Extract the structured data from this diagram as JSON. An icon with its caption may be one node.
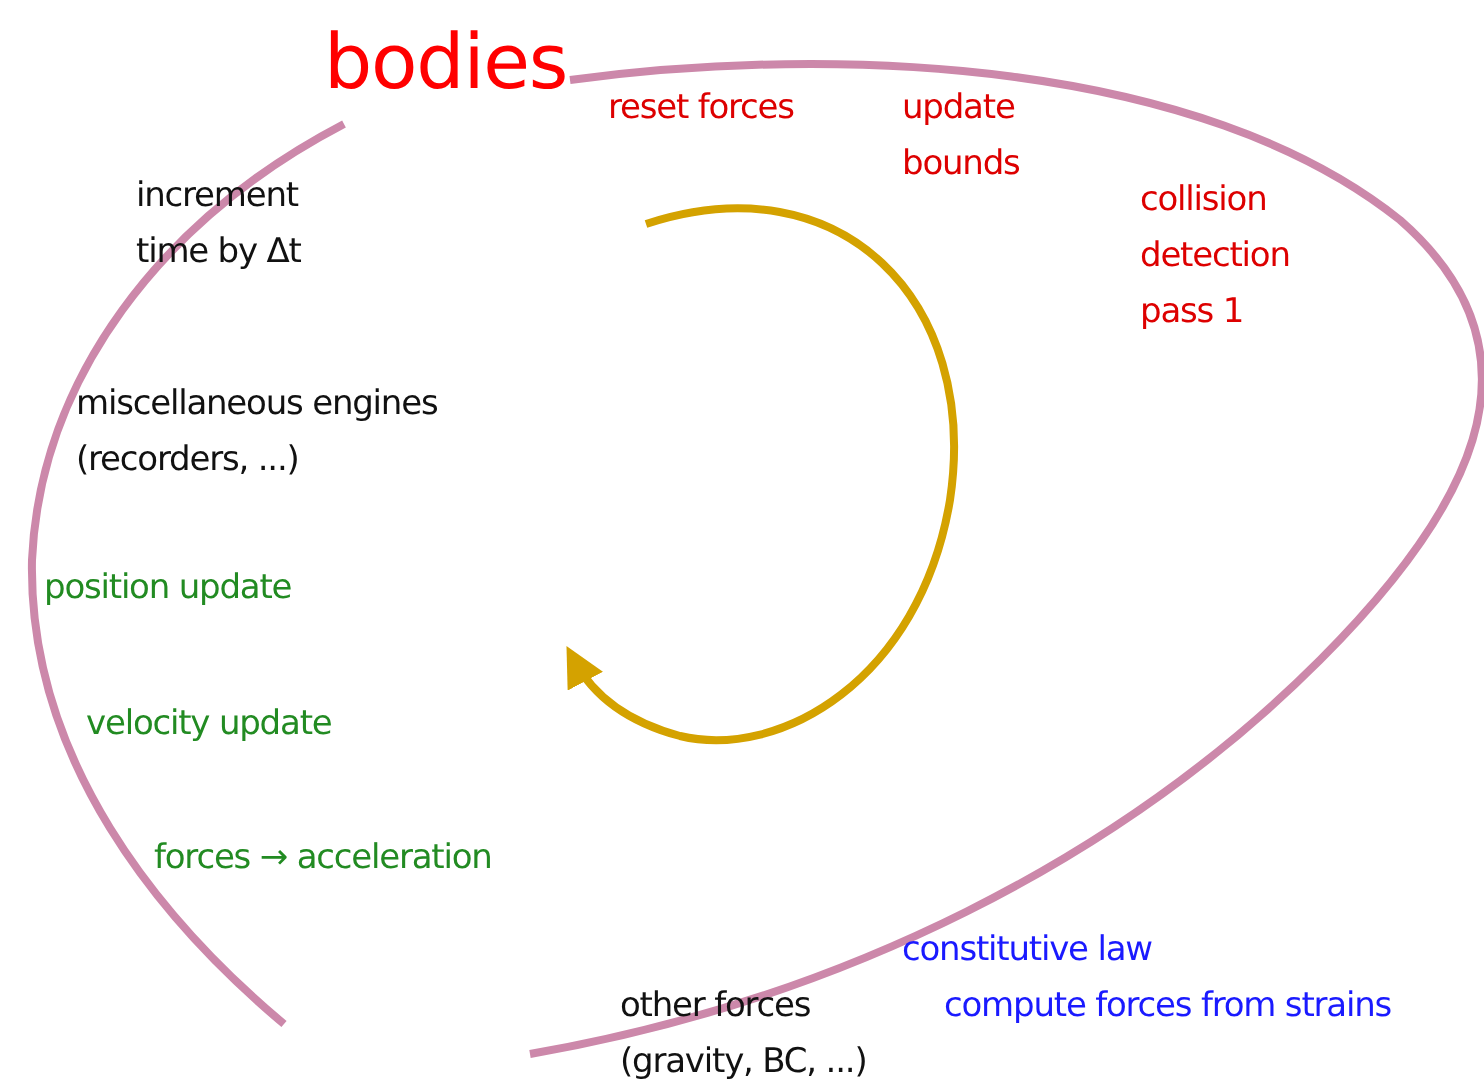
{
  "diagram": {
    "labels": [
      "bodies",
      "reset forces",
      "update bounds",
      "collision detection pass 1",
      "increment time by Δt",
      "miscellaneous engines (recorders, ...)",
      "position update",
      "velocity update",
      "forces → acceleration",
      "constitutive law",
      "compute forces from strains",
      "other forces (gravity, BC, ...)"
    ]
  }
}
